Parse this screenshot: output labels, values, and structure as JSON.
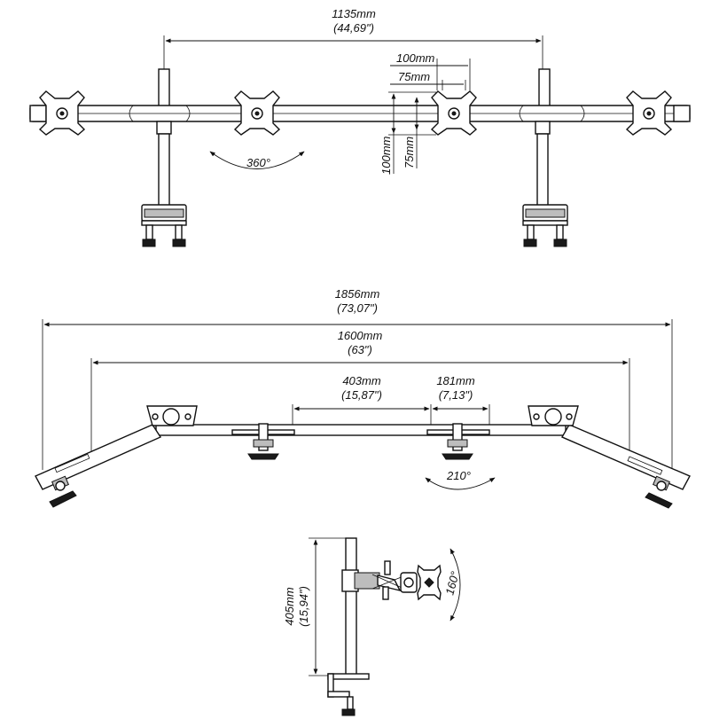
{
  "front_view": {
    "overall_width": {
      "mm": "1135mm",
      "inch": "(44,69\")"
    },
    "vesa_horizontal_100": "100mm",
    "vesa_horizontal_75": "75mm",
    "vesa_vertical_100": "100mm",
    "vesa_vertical_75": "75mm",
    "rotation": "360°"
  },
  "top_view": {
    "total_span": {
      "mm": "1856mm",
      "inch": "(73,07\")"
    },
    "mount_span": {
      "mm": "1600mm",
      "inch": "(63\")"
    },
    "arm_length": {
      "mm": "403mm",
      "inch": "(15,87\")"
    },
    "mount_width": {
      "mm": "181mm",
      "inch": "(7,13\")"
    },
    "swivel": "210°"
  },
  "side_view": {
    "pole_height": {
      "mm": "405mm",
      "inch": "(15,94\")"
    },
    "tilt": "160°"
  },
  "colors": {
    "line": "#111111",
    "fill": "#ffffff",
    "dark": "#1a1a1a"
  }
}
